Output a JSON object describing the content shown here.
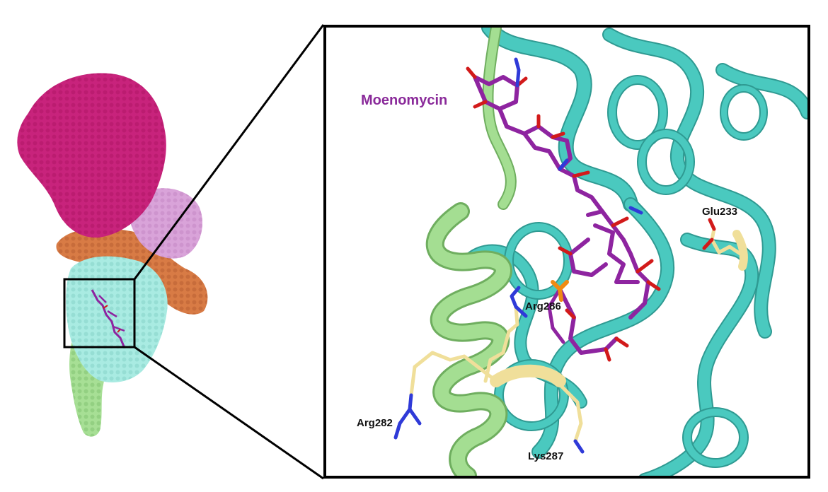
{
  "labels": {
    "ligand": "Moenomycin",
    "residue_1": "Glu233",
    "residue_2": "Arg286",
    "residue_3": "Arg282",
    "residue_4": "Lys287"
  },
  "colors": {
    "domain_magenta": "#c8237c",
    "domain_lilac": "#d9a3d9",
    "domain_orange": "#d87b45",
    "domain_cyan": "#a9ebe2",
    "domain_green": "#a7df95",
    "helix_teal": "#4ac9bf",
    "helix_teal_dark": "#2f9a92",
    "helix_green": "#a4de92",
    "residue_tan": "#f0df9a",
    "ligand_purple": "#8e24a0",
    "oxygen_red": "#d21a1a",
    "nitrogen_blue": "#2f3ad8",
    "phosphorus_orange": "#f08a12",
    "ligand_label": "#8a2a9a"
  }
}
